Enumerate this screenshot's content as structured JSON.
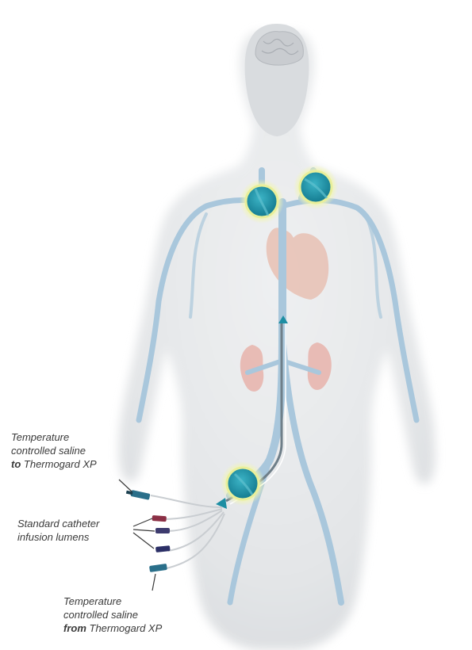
{
  "labels": {
    "saline_to": {
      "line1": "Temperature",
      "line2": "controlled saline",
      "line3_bold": "to",
      "line3_rest": " Thermogard XP"
    },
    "standard_lumens": {
      "line1": "Standard catheter",
      "line2": "infusion lumens"
    },
    "saline_from": {
      "line1": "Temperature",
      "line2": "controlled saline",
      "line3_bold": "from",
      "line3_rest": " Thermogard XP"
    }
  },
  "colors": {
    "body_fill": "#e4e6e8",
    "vein": "#a9c7dc",
    "target_circle": "#1d8ea3",
    "target_glow": "#e9ef9a",
    "heart": "#e8bfb3",
    "kidney": "#e7b3aa",
    "catheter": "#6f7f89"
  }
}
